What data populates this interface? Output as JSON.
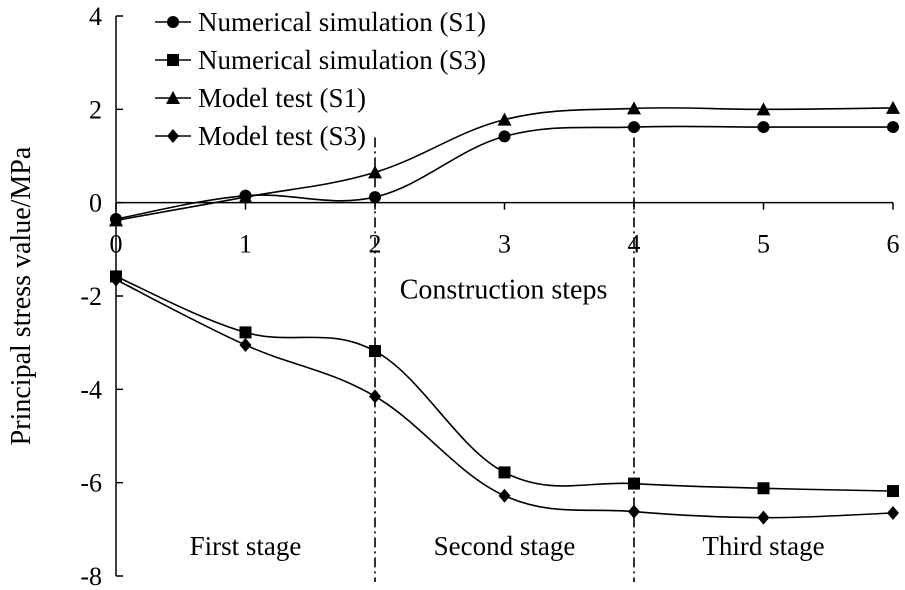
{
  "chart_data": {
    "type": "line",
    "xlabel": "Construction steps",
    "ylabel": "Principal stress value/MPa",
    "x": [
      0,
      1,
      2,
      3,
      4,
      5,
      6
    ],
    "xlim": [
      0,
      6
    ],
    "ylim": [
      -8,
      4
    ],
    "x_ticks": [
      "0",
      "1",
      "2",
      "3",
      "4",
      "5",
      "6"
    ],
    "y_ticks": [
      "4",
      "2",
      "0",
      "-2",
      "-4",
      "-6",
      "-8"
    ],
    "grid": false,
    "legend_position": "top-left",
    "series": [
      {
        "name": "Numerical simulation (S1)",
        "marker": "circle",
        "values": [
          -0.35,
          0.15,
          0.12,
          1.42,
          1.62,
          1.62,
          1.62
        ]
      },
      {
        "name": "Numerical simulation (S3)",
        "marker": "square",
        "values": [
          -1.58,
          -2.78,
          -3.18,
          -5.78,
          -6.02,
          -6.12,
          -6.18
        ]
      },
      {
        "name": "Model test (S1)",
        "marker": "triangle",
        "values": [
          -0.38,
          0.12,
          0.65,
          1.78,
          2.02,
          2.0,
          2.03
        ]
      },
      {
        "name": "Model test (S3)",
        "marker": "diamond",
        "values": [
          -1.65,
          -3.05,
          -4.15,
          -6.28,
          -6.62,
          -6.75,
          -6.65
        ]
      }
    ],
    "stage_dividers_x": [
      2,
      4
    ],
    "stage_labels": [
      {
        "text": "First stage",
        "x_center": 1
      },
      {
        "text": "Second stage",
        "x_center": 3
      },
      {
        "text": "Third stage",
        "x_center": 5
      }
    ]
  }
}
